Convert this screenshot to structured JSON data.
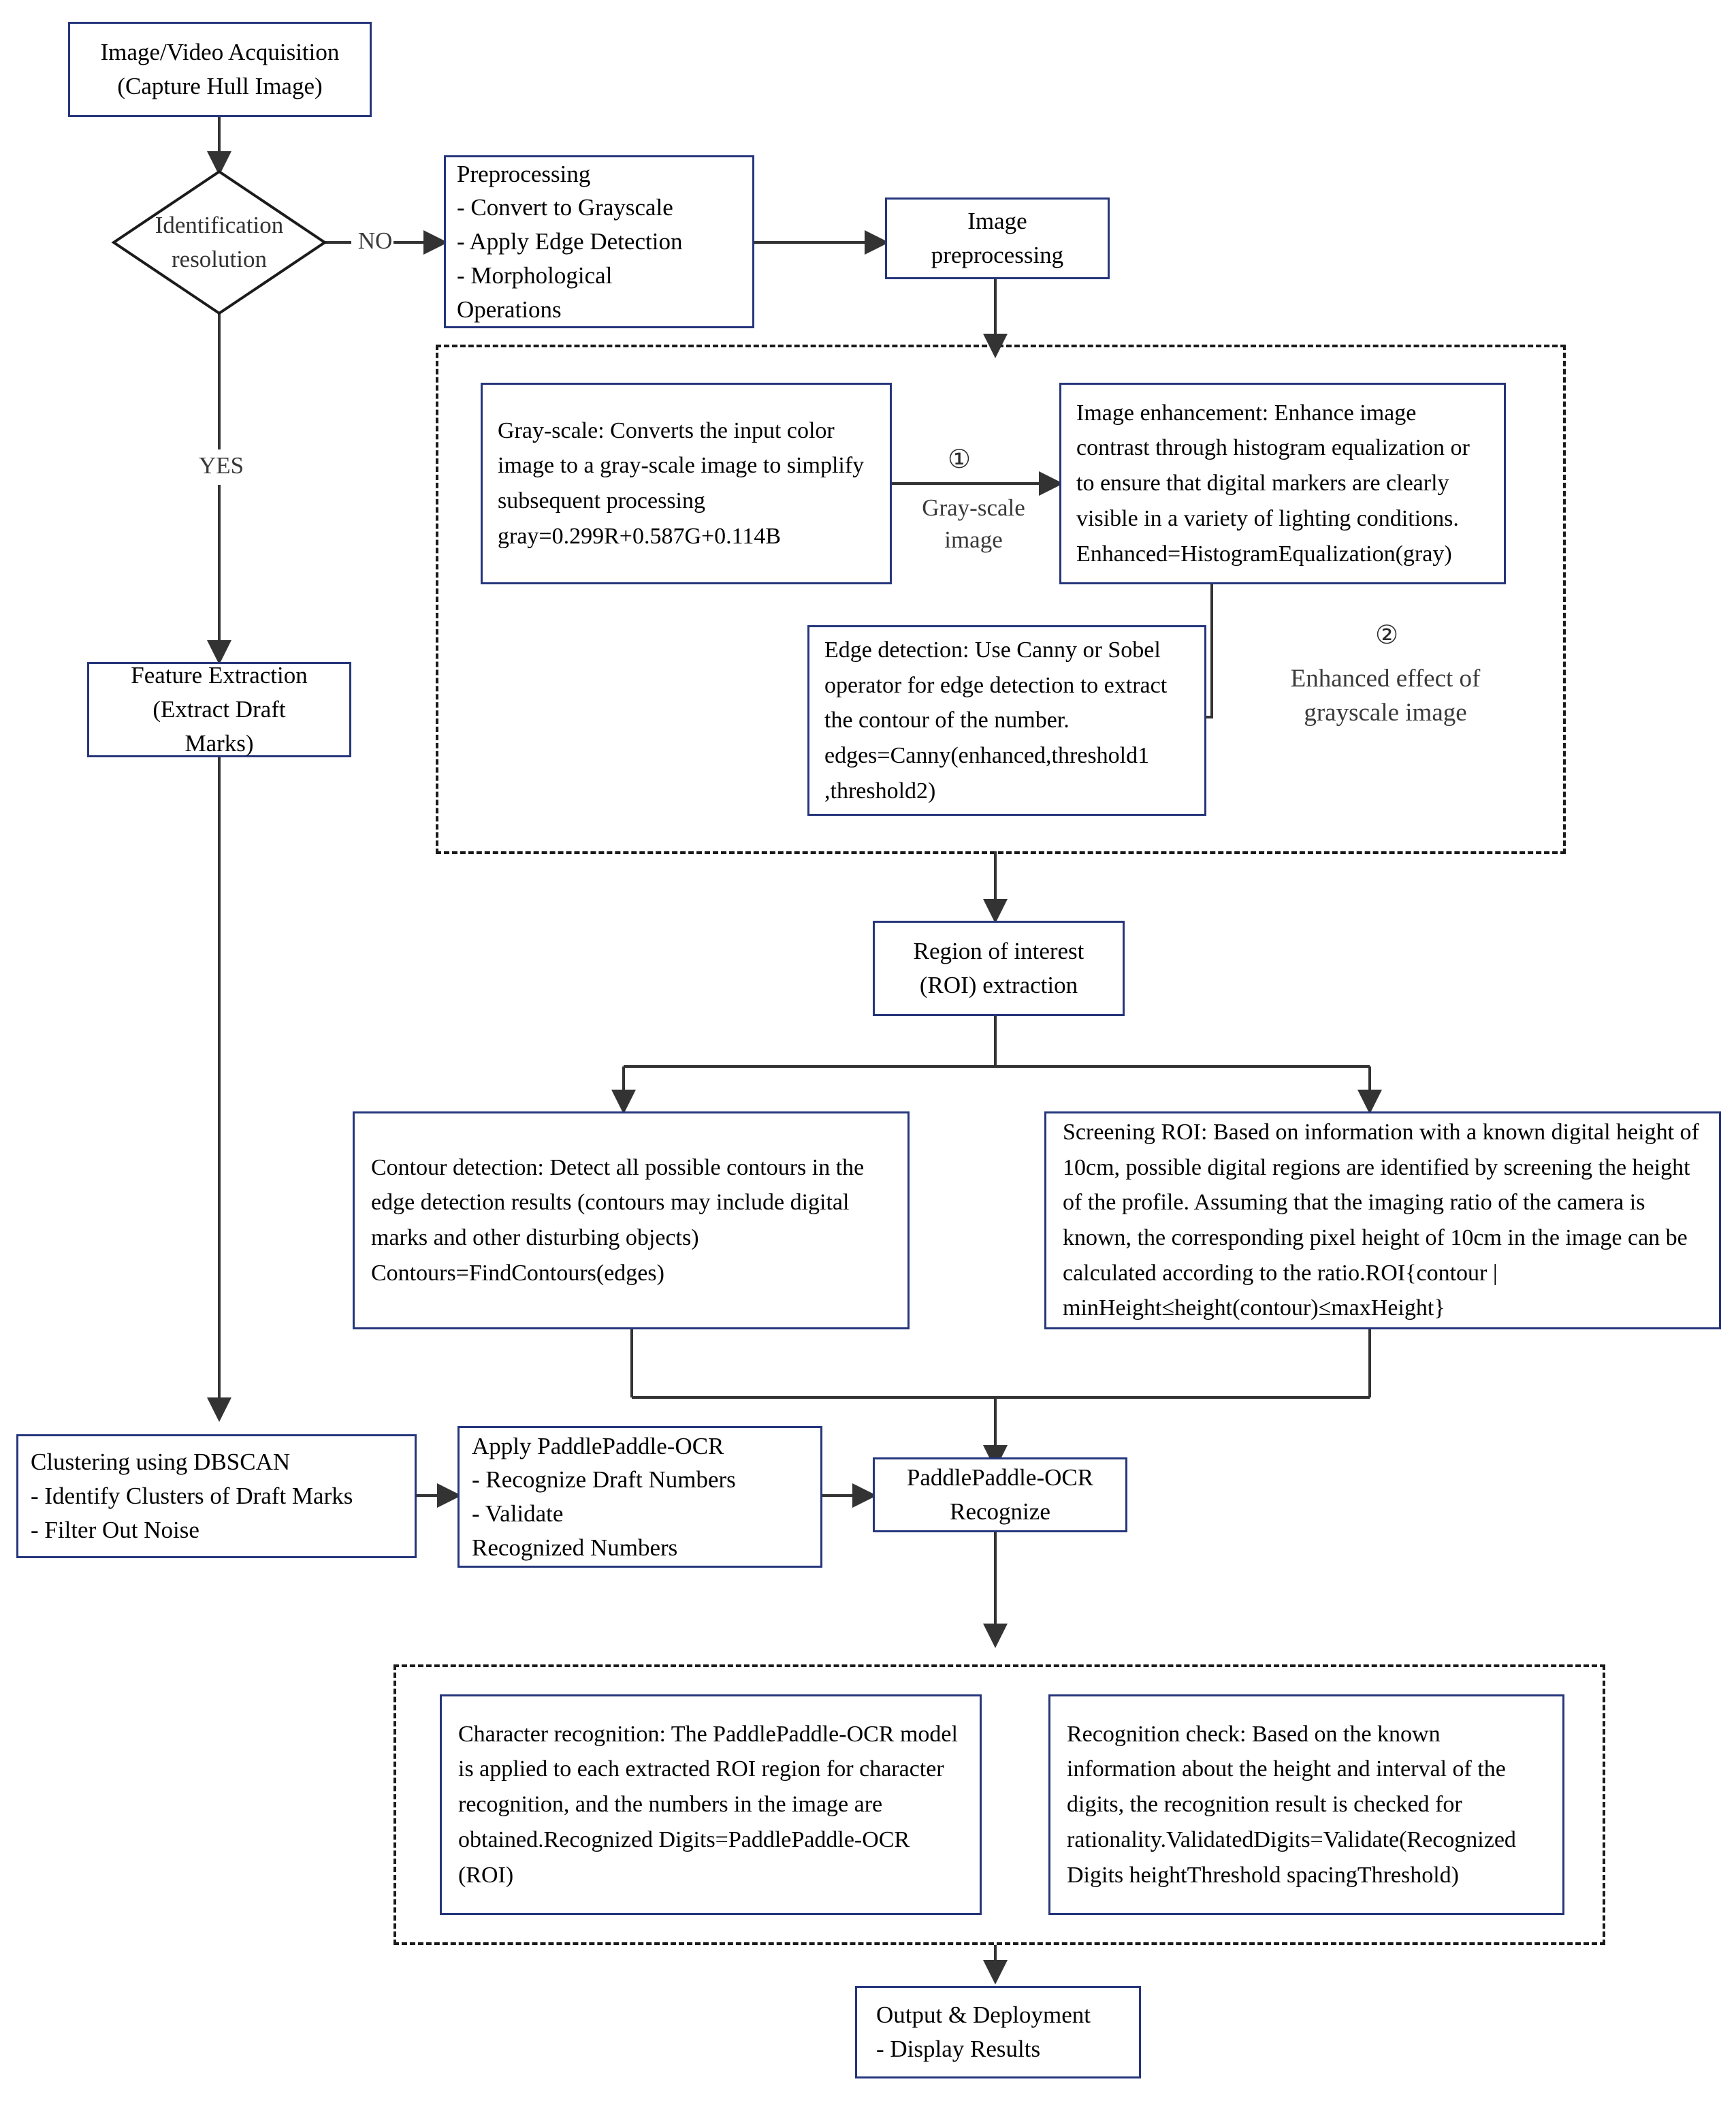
{
  "diagram": {
    "title": "Hull draft mark recognition flowchart",
    "accent_border": "#26367c",
    "line_color": "#333333"
  },
  "nodes": {
    "acquisition": "Image/Video Acquisition\n(Capture Hull Image)",
    "decision": "Identification\nresolution",
    "preprocessing": "Preprocessing\n- Convert to Grayscale\n- Apply Edge Detection\n- Morphological\nOperations",
    "image_preprocessing": "Image\npreprocessing",
    "grayscale": "Gray-scale: Converts the input color image to a gray-scale image to simplify subsequent processing gray=0.299R+0.587G+0.114B",
    "image_enhancement": "Image enhancement: Enhance image contrast through histogram equalization or to ensure that digital markers are clearly visible in a variety of lighting conditions. Enhanced=HistogramEqualization(gray)",
    "edge_detection": "Edge detection: Use Canny or Sobel operator for edge detection to extract the contour of the number. edges=Canny(enhanced,threshold1 ,threshold2)",
    "feature_extraction": "Feature Extraction\n(Extract Draft\nMarks)",
    "roi_extraction": "Region of interest\n(ROI) extraction",
    "contour_detection": "Contour detection: Detect all possible contours in the edge detection results (contours may include digital marks and other disturbing objects) Contours=FindContours(edges)",
    "screening_roi": "Screening ROI: Based on information with a known digital height of 10cm, possible digital regions are identified by screening the height of the profile. Assuming that the imaging ratio of the camera is known, the corresponding pixel height of 10cm in the image can be calculated according to the ratio.ROI{contour | minHeight≤height(contour)≤maxHeight}",
    "clustering": "Clustering using DBSCAN\n- Identify Clusters of Draft Marks\n- Filter Out Noise",
    "apply_ocr": "Apply PaddlePaddle-OCR\n- Recognize Draft Numbers\n- Validate\nRecognized Numbers",
    "ocr_recognize": "PaddlePaddle-OCR\nRecognize",
    "character_recognition": "Character recognition: The PaddlePaddle-OCR model is applied to each extracted ROI region for character recognition, and the numbers in the image are obtained.Recognized Digits=PaddlePaddle-OCR (ROI)",
    "recognition_check": "Recognition check: Based on the known information about the height and interval of the digits, the recognition result is checked for rationality.ValidatedDigits=Validate(Recognized Digits heightThreshold spacingThreshold)",
    "output": "Output & Deployment\n- Display Results"
  },
  "edge_labels": {
    "no": "NO",
    "yes": "YES",
    "step_one": "①",
    "grayscale_image": "Gray-scale\nimage",
    "step_two": "②",
    "enhanced_effect": "Enhanced effect of\ngrayscale image"
  }
}
